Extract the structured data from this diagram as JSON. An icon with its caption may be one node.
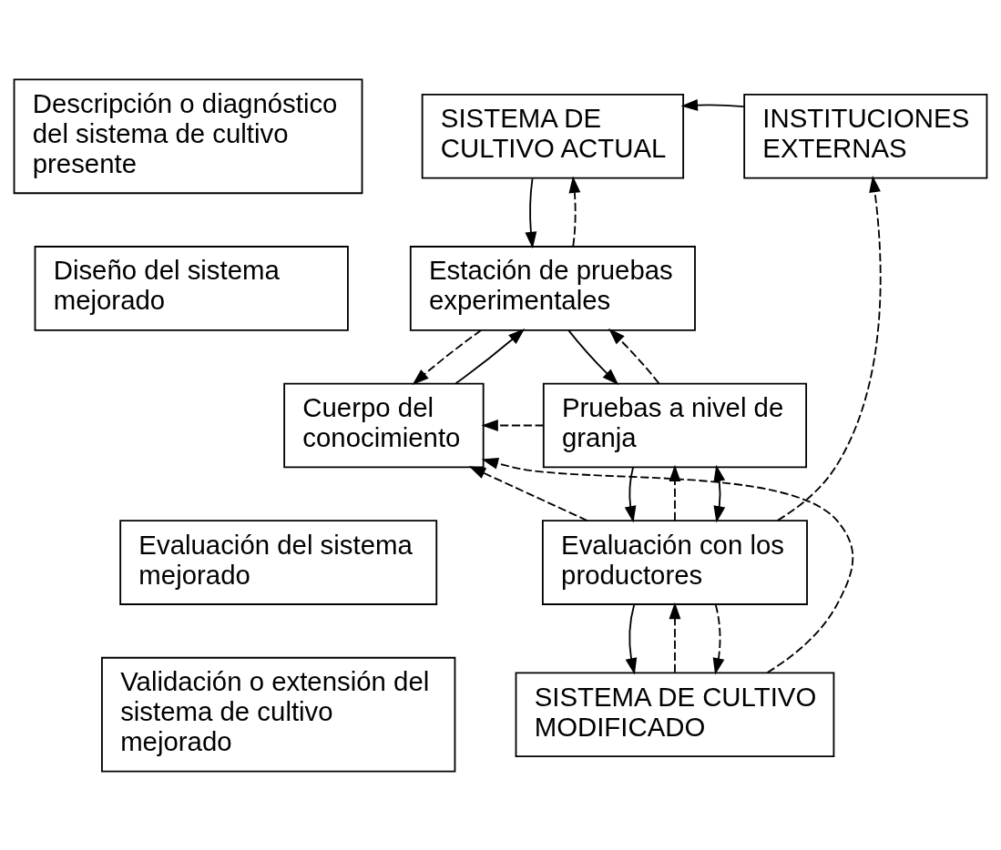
{
  "diagram": {
    "nodes": [
      {
        "text": [
          "Descripción o diagnóstico del sistema de cultivo presente"
        ]
      },
      {
        "text": [
          "SISTEMA DE CULTIVO ACTUAL"
        ]
      },
      {
        "text": [
          "INSTITUCIONES EXTERNAS"
        ]
      },
      {
        "text": [
          "Diseño del sistema mejorado"
        ]
      },
      {
        "text": [
          "Estación de pruebas experimentales"
        ]
      },
      {
        "text": [
          "Cuerpo del conocimiento"
        ]
      },
      {
        "text": [
          "Pruebas a nivel de granja"
        ]
      },
      {
        "text": [
          "Evaluación del sistema mejorado"
        ]
      },
      {
        "text": [
          "Evaluación con los productores"
        ]
      },
      {
        "text": [
          "Validación o extensión del sistema de cultivo mejorado"
        ]
      },
      {
        "text": [
          "SISTEMA DE CULTIVO MODIFICADO"
        ]
      }
    ],
    "edges": [
      {
        "from": 2,
        "to": 1,
        "arrow": "to"
      },
      {
        "from": 1,
        "to": 4,
        "arrow": "to"
      },
      {
        "from": 4,
        "to": 1,
        "arrow": "to",
        "style": "dashed"
      },
      {
        "from": 5,
        "to": 4,
        "arrow": "to"
      },
      {
        "from": 4,
        "to": 5,
        "arrow": "to",
        "style": "dashed"
      },
      {
        "from": 4,
        "to": 6,
        "arrow": "to"
      },
      {
        "from": 6,
        "to": 4,
        "arrow": "to",
        "style": "dashed"
      },
      {
        "from": 6,
        "to": 8,
        "arrow": "to"
      },
      {
        "from": 8,
        "to": 6,
        "arrow": "to",
        "style": "dashed"
      },
      {
        "from": 6,
        "to": 8,
        "arrow": "both"
      },
      {
        "from": 8,
        "to": 10,
        "arrow": "to"
      },
      {
        "from": 10,
        "to": 8,
        "arrow": "to",
        "style": "dashed"
      },
      {
        "from": 6,
        "to": 5,
        "arrow": "to",
        "style": "dashed"
      },
      {
        "from": 8,
        "to": 5,
        "arrow": "to",
        "style": "dashed"
      },
      {
        "from": 10,
        "to": 5,
        "arrow": "to",
        "style": "dashed"
      },
      {
        "from": 8,
        "to": 2,
        "arrow": "to",
        "style": "dashed"
      },
      {
        "from": 8,
        "to": 10,
        "arrow": "to",
        "style": "dashed"
      }
    ]
  }
}
